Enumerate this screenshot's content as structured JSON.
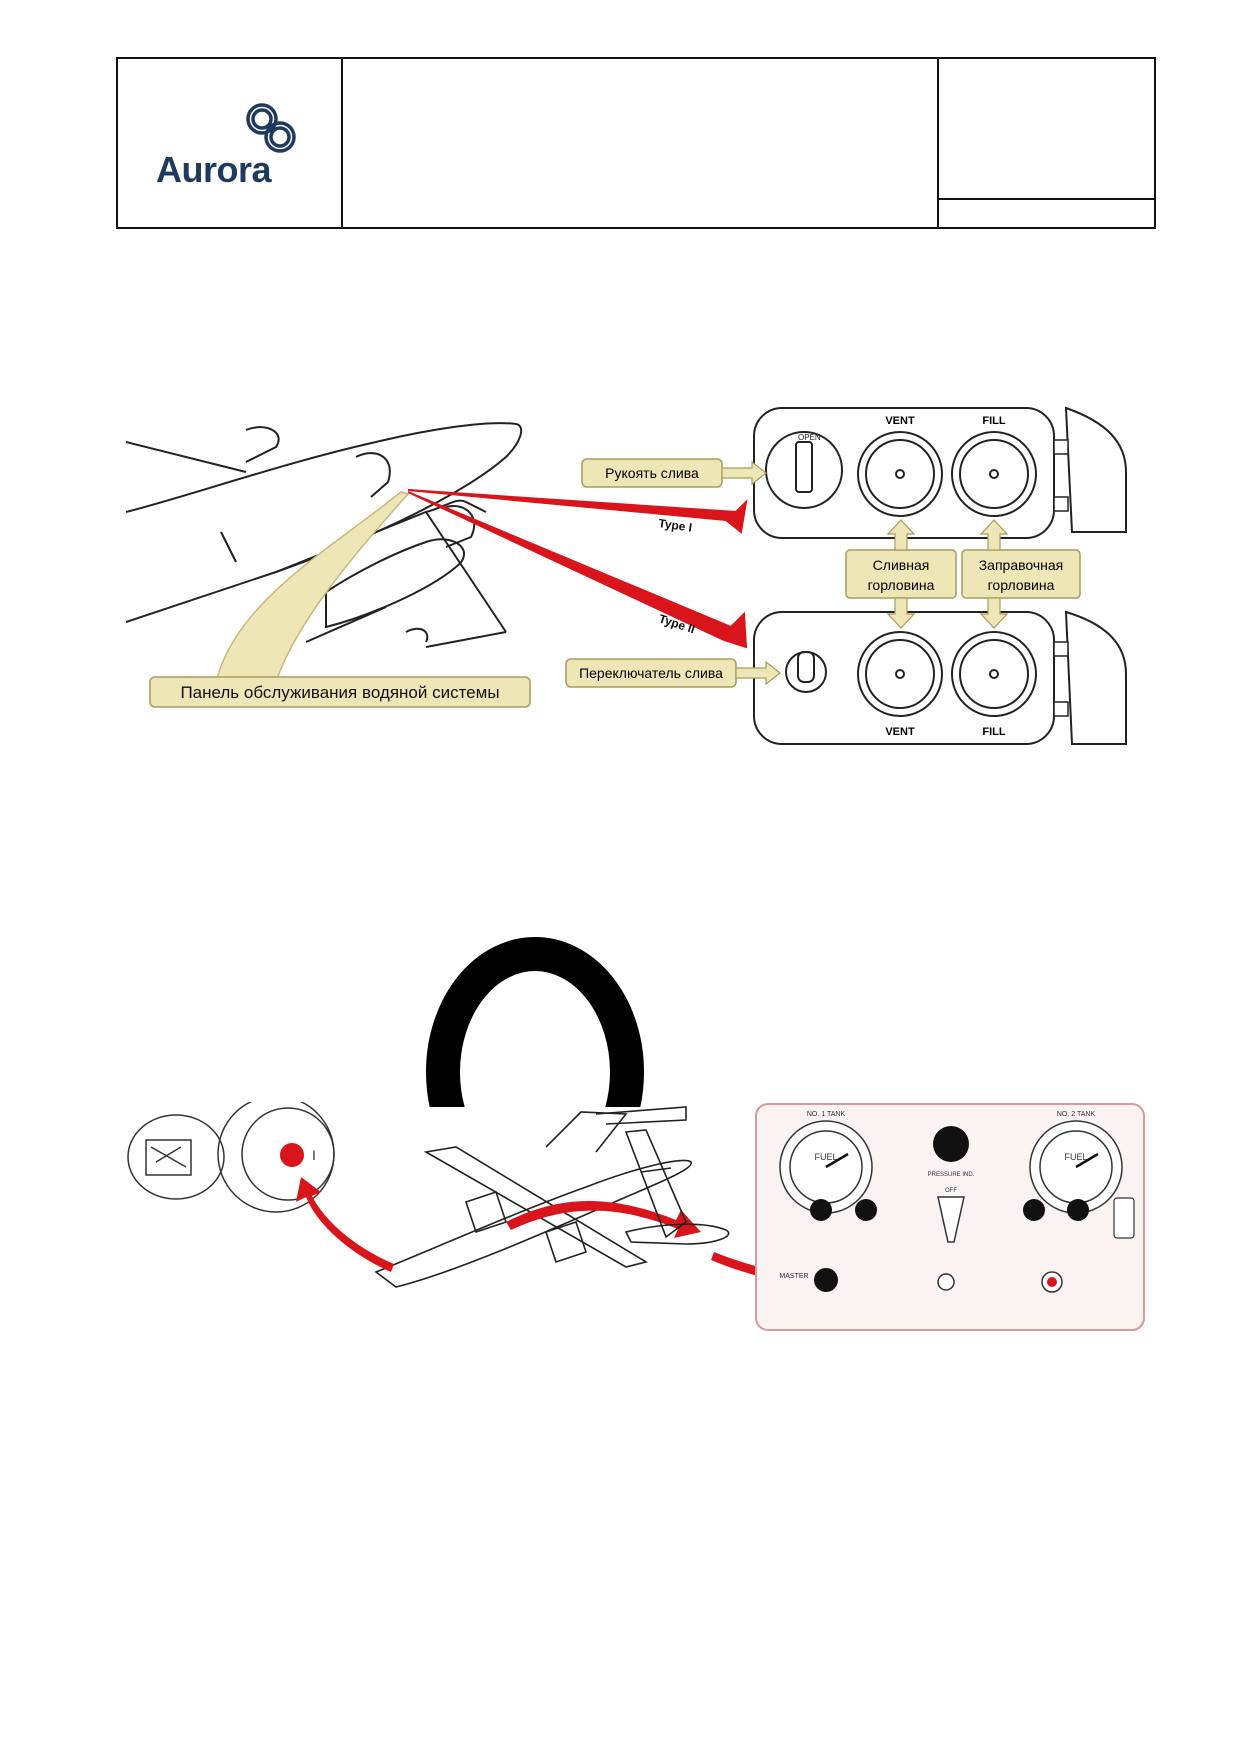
{
  "header": {
    "logo_text": "Aurora",
    "title": "",
    "code_top": "",
    "code_bottom": ""
  },
  "figure1": {
    "callouts": {
      "drain_handle": "Рукоять слива",
      "drain_port_line1": "Сливная",
      "drain_port_line2": "горловина",
      "fill_port_line1": "Заправочная",
      "fill_port_line2": "горловина",
      "drain_switch": "Переключатель слива",
      "service_panel": "Панель обслуживания водяной системы"
    },
    "panel_labels": {
      "vent_top": "VENT",
      "fill_top": "FILL",
      "vent_bottom": "VENT",
      "fill_bottom": "FILL",
      "type1": "Type I",
      "type2": "Type II",
      "cap_open": "OPEN"
    }
  },
  "figure2": {
    "panel_text": {
      "no1_tank": "NO. 1 TANK",
      "no2_tank": "NO. 2 TANK",
      "fuel_gauge": "FUEL",
      "pressure_indicator": "PRESSURE IND.",
      "off": "OFF",
      "master": "MASTER"
    }
  },
  "colors": {
    "arrow_red": "#d9141b",
    "callout_fill": "#efe6b8",
    "logo_blue": "#1e3a5f"
  }
}
